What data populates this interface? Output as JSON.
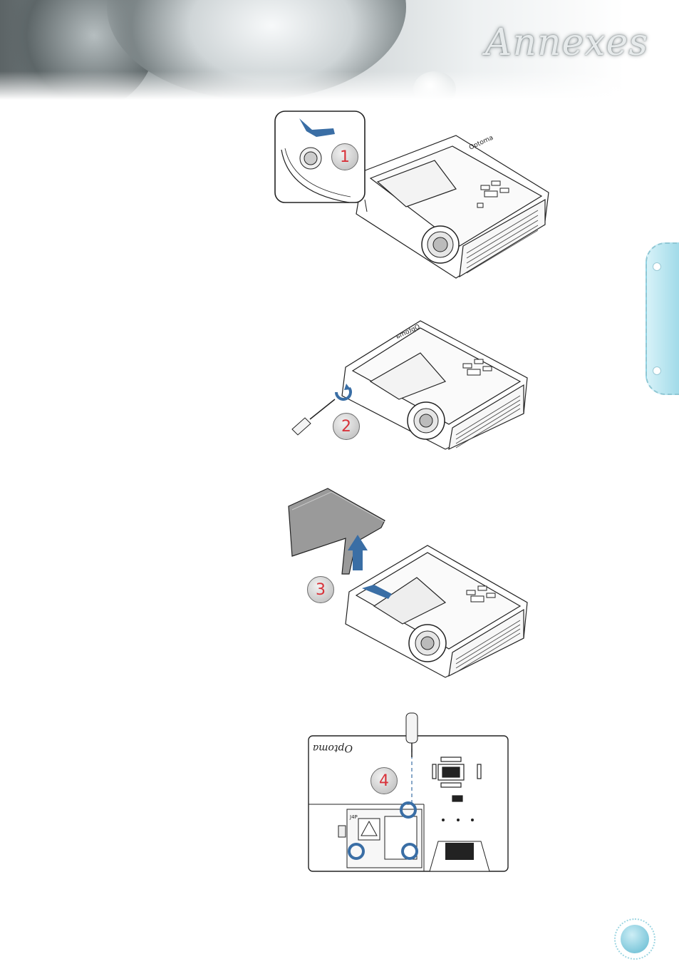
{
  "header": {
    "title": "Annexes"
  },
  "side_tab": {
    "label": ""
  },
  "steps": [
    {
      "number": "1"
    },
    {
      "number": "2"
    },
    {
      "number": "3"
    },
    {
      "number": "4"
    }
  ],
  "figure4": {
    "brand": "Optoma",
    "lamp_label": "J4P"
  },
  "colors": {
    "accent": "#3a6ea5",
    "badge_text": "#d8323a",
    "tab": "#8fd3e4"
  }
}
